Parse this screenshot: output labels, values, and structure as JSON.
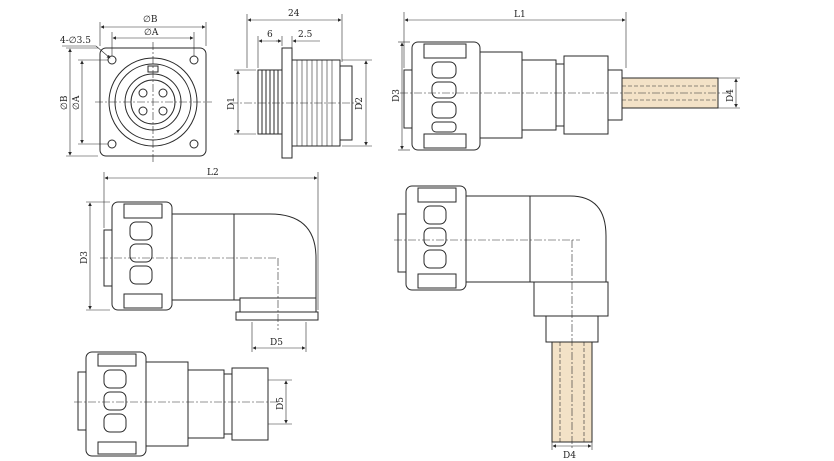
{
  "labels": {
    "phi_b": "∅B",
    "phi_a": "∅A",
    "holes": "4-∅3.5",
    "dim_24": "24",
    "dim_6": "6",
    "dim_2_5": "2.5",
    "d1": "D1",
    "d2": "D2",
    "d3_top": "D3",
    "l1": "L1",
    "d4_top": "D4",
    "l2": "L2",
    "d3_mid": "D3",
    "d5_mid": "D5",
    "d5_bottom": "D5",
    "d4_bottom": "D4"
  },
  "colors": {
    "line": "#2a2a2a",
    "fill": "#ffffff",
    "hatch": "#e8d8c0",
    "tube": "#f3e2c7"
  }
}
